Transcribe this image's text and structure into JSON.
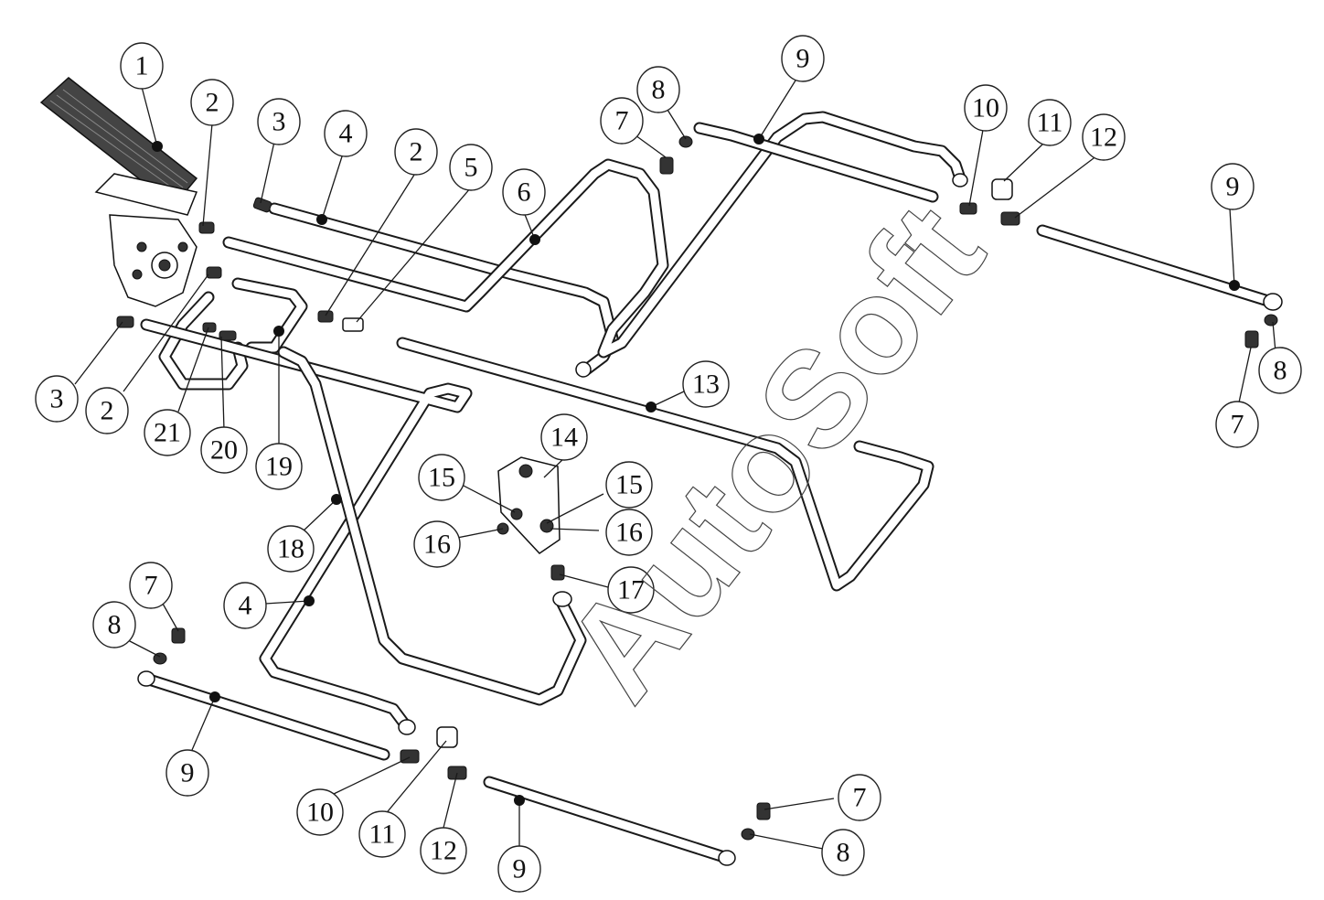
{
  "watermark": "AutoSoft",
  "callouts": [
    {
      "id": "c1",
      "label": "1"
    },
    {
      "id": "c2a",
      "label": "2"
    },
    {
      "id": "c3a",
      "label": "3"
    },
    {
      "id": "c4a",
      "label": "4"
    },
    {
      "id": "c2b",
      "label": "2"
    },
    {
      "id": "c5",
      "label": "5"
    },
    {
      "id": "c6",
      "label": "6"
    },
    {
      "id": "c7a",
      "label": "7"
    },
    {
      "id": "c8a",
      "label": "8"
    },
    {
      "id": "c9a",
      "label": "9"
    },
    {
      "id": "c10a",
      "label": "10"
    },
    {
      "id": "c11a",
      "label": "11"
    },
    {
      "id": "c12a",
      "label": "12"
    },
    {
      "id": "c9b",
      "label": "9"
    },
    {
      "id": "c8b",
      "label": "8"
    },
    {
      "id": "c7b",
      "label": "7"
    },
    {
      "id": "c3b",
      "label": "3"
    },
    {
      "id": "c2c",
      "label": "2"
    },
    {
      "id": "c21",
      "label": "21"
    },
    {
      "id": "c20",
      "label": "20"
    },
    {
      "id": "c19",
      "label": "19"
    },
    {
      "id": "c13",
      "label": "13"
    },
    {
      "id": "c14",
      "label": "14"
    },
    {
      "id": "c15a",
      "label": "15"
    },
    {
      "id": "c15b",
      "label": "15"
    },
    {
      "id": "c16a",
      "label": "16"
    },
    {
      "id": "c16b",
      "label": "16"
    },
    {
      "id": "c17",
      "label": "17"
    },
    {
      "id": "c18",
      "label": "18"
    },
    {
      "id": "c4b",
      "label": "4"
    },
    {
      "id": "c7c",
      "label": "7"
    },
    {
      "id": "c8c",
      "label": "8"
    },
    {
      "id": "c9c",
      "label": "9"
    },
    {
      "id": "c10b",
      "label": "10"
    },
    {
      "id": "c11b",
      "label": "11"
    },
    {
      "id": "c12b",
      "label": "12"
    },
    {
      "id": "c9d",
      "label": "9"
    },
    {
      "id": "c7d",
      "label": "7"
    },
    {
      "id": "c8d",
      "label": "8"
    }
  ]
}
